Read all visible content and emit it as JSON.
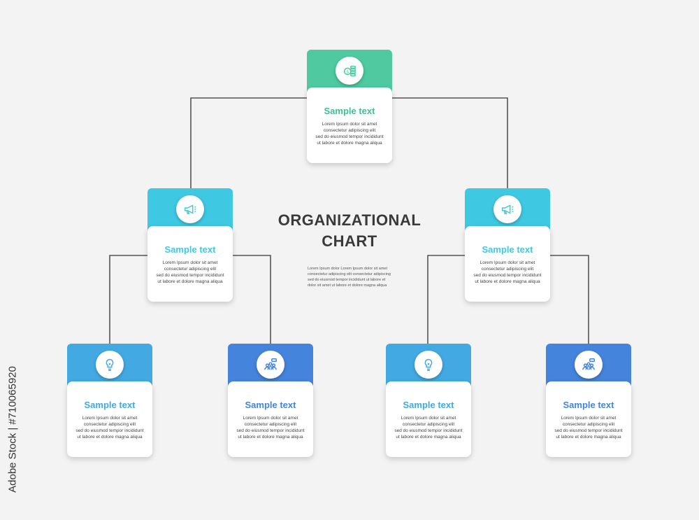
{
  "heading": {
    "line1": "ORGANIZATIONAL",
    "line2": "CHART"
  },
  "description": "Lorem Ipsum dolor Lorem Ipsum dolor sit amet\nconsectetur adipiscing elit consectetur adipiscing\nsed do eiusmod tempor incididunt ut labore et\ndolor sit amet  ut labore et dolore magna aliqua",
  "watermark": "Adobe Stock | #710065920",
  "colors": {
    "green": "#4ec9a0",
    "cyan": "#3fc8e2",
    "sky": "#43a9e3",
    "blue": "#4584dc"
  },
  "nodes": [
    {
      "id": "top",
      "title": "Sample text",
      "icon": "money-icon",
      "color": "#4ec9a0",
      "text": "Lorem Ipsum dolor sit amet\nconsectetur adipiscing elit\nsed do eiusmod tempor incididunt\nut labore et dolore magna aliqua"
    },
    {
      "id": "mid-left",
      "title": "Sample text",
      "icon": "megaphone-icon",
      "color": "#3fc8e2",
      "text": "Lorem Ipsum dolor sit amet\nconsectetur adipiscing elit\nsed do eiusmod tempor incididunt\nut labore et dolore magna aliqua"
    },
    {
      "id": "mid-right",
      "title": "Sample text",
      "icon": "megaphone-icon",
      "color": "#3fc8e2",
      "text": "Lorem Ipsum dolor sit amet\nconsectetur adipiscing elit\nsed do eiusmod tempor incididunt\nut labore et dolore magna aliqua"
    },
    {
      "id": "bot-1",
      "title": "Sample text",
      "icon": "lightbulb-icon",
      "color": "#43a9e3",
      "text": "Lorem Ipsum dolor sit amet\nconsectetur adipiscing elit\nsed do eiusmod tempor incididunt\nut labore et dolore magna aliqua"
    },
    {
      "id": "bot-2",
      "title": "Sample text",
      "icon": "team-chat-icon",
      "color": "#4584dc",
      "text": "Lorem Ipsum dolor sit amet\nconsectetur adipiscing elit\nsed do eiusmod tempor incididunt\nut labore et dolore magna aliqua"
    },
    {
      "id": "bot-3",
      "title": "Sample text",
      "icon": "lightbulb-icon",
      "color": "#43a9e3",
      "text": "Lorem Ipsum dolor sit amet\nconsectetur adipiscing elit\nsed do eiusmod tempor incididunt\nut labore et dolore magna aliqua"
    },
    {
      "id": "bot-4",
      "title": "Sample text",
      "icon": "team-chat-icon",
      "color": "#4584dc",
      "text": "Lorem Ipsum dolor sit amet\nconsectetur adipiscing elit\nsed do eiusmod tempor incididunt\nut labore et dolore magna aliqua"
    }
  ]
}
